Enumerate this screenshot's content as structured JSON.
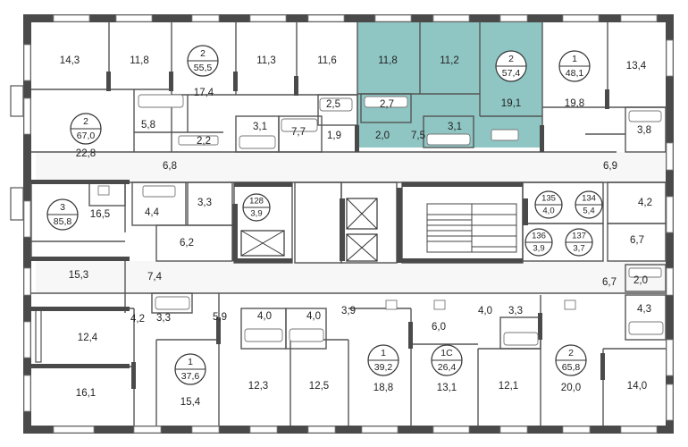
{
  "colors": {
    "highlight": "#8fc6c4",
    "wall": "#4a4a4a",
    "background": "#ffffff"
  },
  "apartments": {
    "a1": {
      "rooms": "2",
      "area": "55,5"
    },
    "a2": {
      "rooms": "2",
      "area": "57,4"
    },
    "a3": {
      "rooms": "1",
      "area": "48,1"
    },
    "a4": {
      "rooms": "2",
      "area": "67,0"
    },
    "a5": {
      "rooms": "3",
      "area": "85,8"
    },
    "a6": {
      "rooms": "1",
      "area": "39,2"
    },
    "a7": {
      "rooms": "1С",
      "area": "26,4"
    },
    "a8": {
      "rooms": "2",
      "area": "65,8"
    },
    "a9": {
      "rooms": "1",
      "area": "37,6"
    }
  },
  "storage": {
    "s128": {
      "num": "128",
      "area": "3,9"
    },
    "s135": {
      "num": "135",
      "area": "4,0"
    },
    "s134": {
      "num": "134",
      "area": "5,4"
    },
    "s136": {
      "num": "136",
      "area": "3,9"
    },
    "s137": {
      "num": "137",
      "area": "3,7"
    }
  },
  "rooms": {
    "r01": "14,3",
    "r02": "11,8",
    "r03": "17,4",
    "r04": "11,3",
    "r05": "11,6",
    "r06": "11,8",
    "r07": "11,2",
    "r08": "19,1",
    "r09": "19,8",
    "r10": "13,4",
    "r11": "5,8",
    "r12": "2,2",
    "r13": "22,8",
    "r14": "6,8",
    "r15": "3,1",
    "r16": "7,7",
    "r17": "2,5",
    "r18": "1,9",
    "r19": "2,7",
    "r20": "2,0",
    "r21": "7,5",
    "r22": "3,1",
    "r23": "3,8",
    "r24": "6,9",
    "r25": "16,5",
    "r26": "4,4",
    "r27": "3,3",
    "r28": "4,2",
    "r29": "6,2",
    "r30": "6,7",
    "r31": "15,3",
    "r32": "7,4",
    "r33": "6,7",
    "r34": "2,0",
    "r35": "4,3",
    "r36": "12,4",
    "r37": "4,2",
    "r38": "3,3",
    "r39": "5,9",
    "r40": "4,0",
    "r41": "4,0",
    "r42": "3,9",
    "r43": "6,0",
    "r44": "4,0",
    "r45": "3,3",
    "r46": "16,1",
    "r47": "15,4",
    "r48": "12,3",
    "r49": "12,5",
    "r50": "18,8",
    "r51": "13,1",
    "r52": "12,1",
    "r53": "20,0",
    "r54": "14,0"
  }
}
